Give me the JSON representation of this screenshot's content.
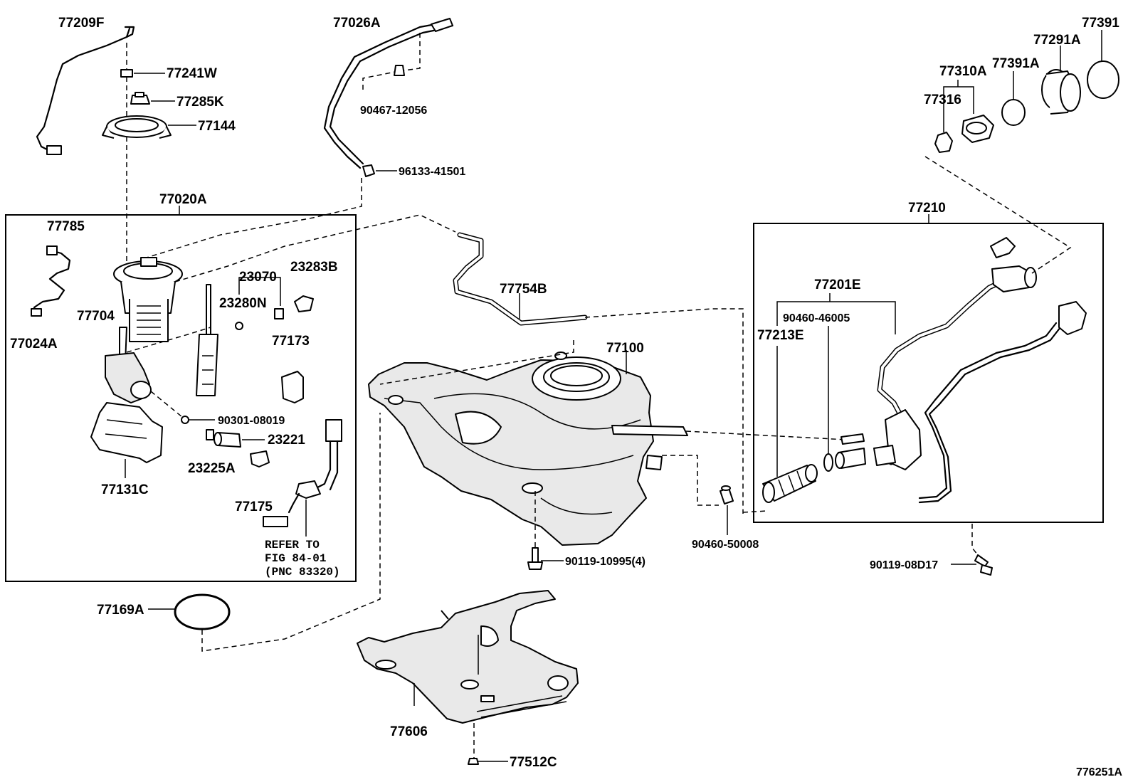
{
  "diagram_id": "776251A",
  "labels": {
    "p77209F": "77209F",
    "p77241W": "77241W",
    "p77285K": "77285K",
    "p77144": "77144",
    "p77026A": "77026A",
    "p90467": "90467-12056",
    "p96133": "96133-41501",
    "p77020A": "77020A",
    "p77785": "77785",
    "p23070": "23070",
    "p23283B": "23283B",
    "p23280N": "23280N",
    "p77704": "77704",
    "p77024A": "77024A",
    "p77173": "77173",
    "p90301": "90301-08019",
    "p23221": "23221",
    "p23225A": "23225A",
    "p77131C": "77131C",
    "p77175": "77175",
    "p77169A": "77169A",
    "p77754B": "77754B",
    "p77100": "77100",
    "p90119_10995": "90119-10995(4)",
    "p77606": "77606",
    "p77512C": "77512C",
    "p90460_50008": "90460-50008",
    "p77210": "77210",
    "p77201E": "77201E",
    "p90460_46005": "90460-46005",
    "p77213E": "77213E",
    "p90119_08D17": "90119-08D17",
    "p77310A": "77310A",
    "p77316": "77316",
    "p77391A": "77391A",
    "p77291A": "77291A",
    "p77391": "77391"
  },
  "refer_note": {
    "line1": "REFER TO",
    "line2": "FIG 84-01",
    "line3": "(PNC 83320)"
  },
  "colors": {
    "ink": "#000000",
    "paper": "#ffffff"
  }
}
